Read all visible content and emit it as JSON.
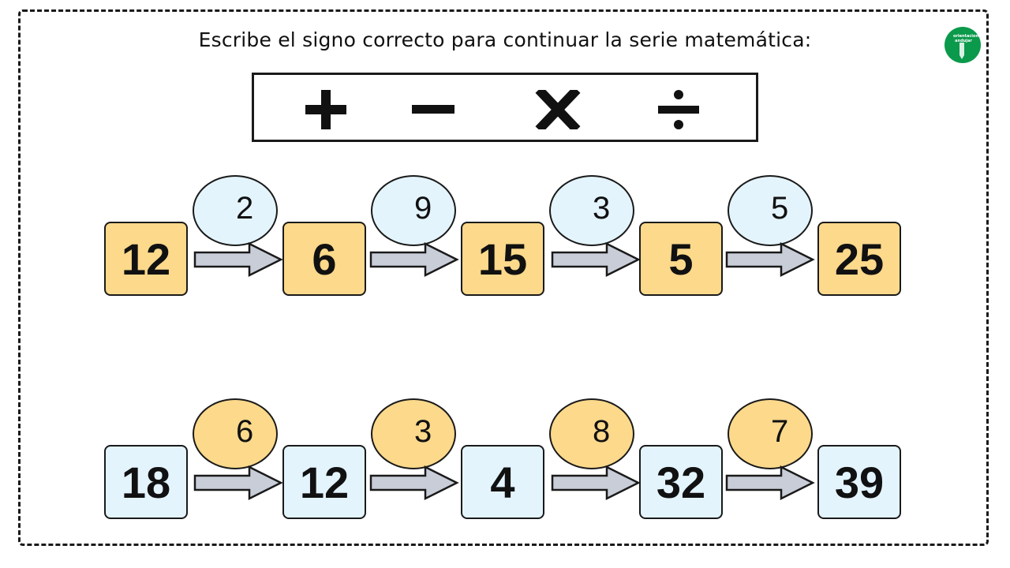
{
  "instruction": "Escribe el signo correcto para continuar la serie matemática:",
  "logo": {
    "text": "orientacion andujar"
  },
  "operators": [
    {
      "name": "plus",
      "symbol": "+"
    },
    {
      "name": "minus",
      "symbol": "−"
    },
    {
      "name": "times",
      "symbol": "×"
    },
    {
      "name": "divide",
      "symbol": "÷"
    }
  ],
  "rows": [
    {
      "boxes": [
        "12",
        "6",
        "15",
        "5",
        "25"
      ],
      "bubbles": [
        "2",
        "9",
        "3",
        "5"
      ]
    },
    {
      "boxes": [
        "18",
        "12",
        "4",
        "32",
        "39"
      ],
      "bubbles": [
        "6",
        "3",
        "8",
        "7"
      ]
    }
  ],
  "colors": {
    "row1_box": "#fcd98b",
    "row1_bubble": "#e3f4fd",
    "row2_box": "#e3f4fd",
    "row2_bubble": "#fcd98b",
    "arrow": "#c8cdd8",
    "logo": "#0b9a4b"
  }
}
